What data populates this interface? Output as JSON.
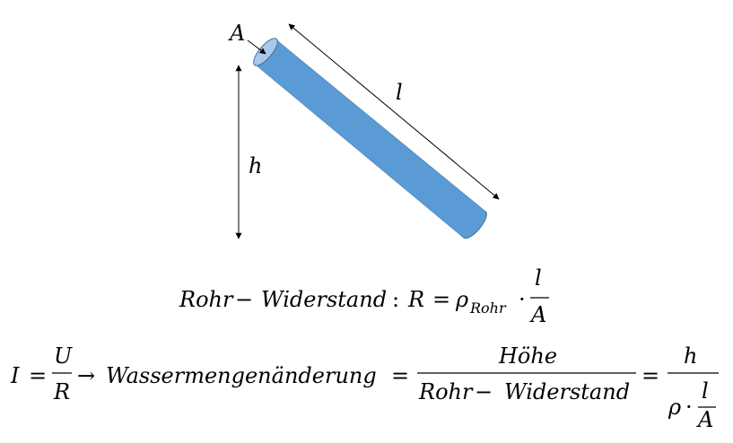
{
  "diagram": {
    "labels": {
      "area": "A",
      "length": "l",
      "height": "h"
    },
    "pipe_color": "#5B9BD5",
    "pipe_end_color": "#A9C8EA",
    "pipe_edge_color": "#41719C"
  },
  "formula1": {
    "prefix": "Rohr",
    "minus": "−",
    "word2": "Widerstand",
    "colon": ":",
    "lhs": "R",
    "equals": "=",
    "rho": "ρ",
    "rho_sub": "Rohr",
    "dot": "·",
    "numerator": "l",
    "denominator": "A"
  },
  "formula2": {
    "I": "I",
    "equals": "=",
    "U": "U",
    "R": "R",
    "arrow": "→",
    "word": "Wassermengenänderung",
    "num": "Höhe",
    "den_a": "Rohr",
    "den_minus": "−",
    "den_b": "Widerstand",
    "h": "h",
    "rho": "ρ",
    "dot": "·",
    "inner_num": "l",
    "inner_den": "A"
  }
}
